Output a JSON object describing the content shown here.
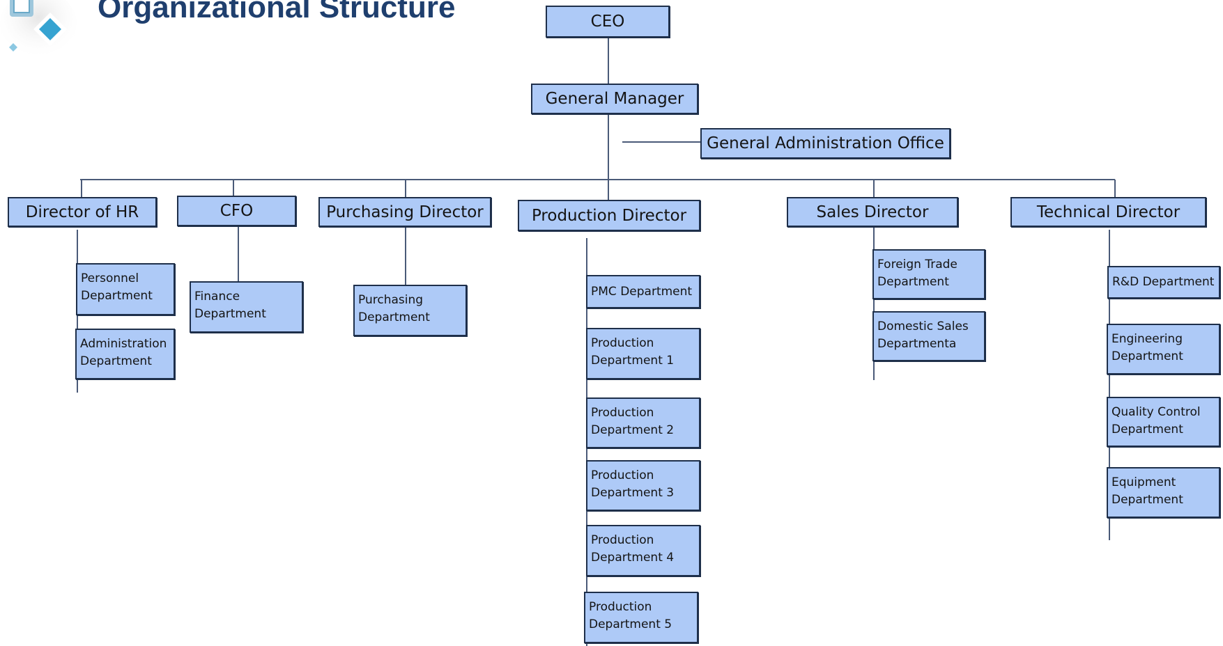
{
  "title": "Organizational Structure",
  "colors": {
    "box_fill": "#aecaf7",
    "box_border": "#1e2f4a",
    "title": "#1f3f6e",
    "logo_accent": "#36a3d1"
  },
  "logo_icon": "diamond-logo-icon",
  "ceo": "CEO",
  "general_manager": "General Manager",
  "general_administration_office": "General Administration Office",
  "directors": {
    "hr": "Director of HR",
    "cfo": "CFO",
    "purchasing": "Purchasing Director",
    "production": "Production Director",
    "sales": "Sales Director",
    "technical": "Technical Director"
  },
  "departments": {
    "personnel": "Personnel\nDepartment",
    "administration": "Administration\nDepartment",
    "finance": "Finance\nDepartment",
    "purchasing": "Purchasing\nDepartment",
    "pmc": "PMC Department",
    "production_1": "Production\nDepartment 1",
    "production_2": "Production\nDepartment 2",
    "production_3": "Production\nDepartment 3",
    "production_4": "Production\nDepartment 4",
    "production_5": "Production\nDepartment 5",
    "foreign_trade": "Foreign Trade\nDepartment",
    "domestic_sales": "Domestic Sales\nDepartmenta",
    "rd": "R&D Department",
    "engineering": "Engineering\nDepartment",
    "quality_control": "Quality Control\nDepartment",
    "equipment": "Equipment\nDepartment"
  }
}
